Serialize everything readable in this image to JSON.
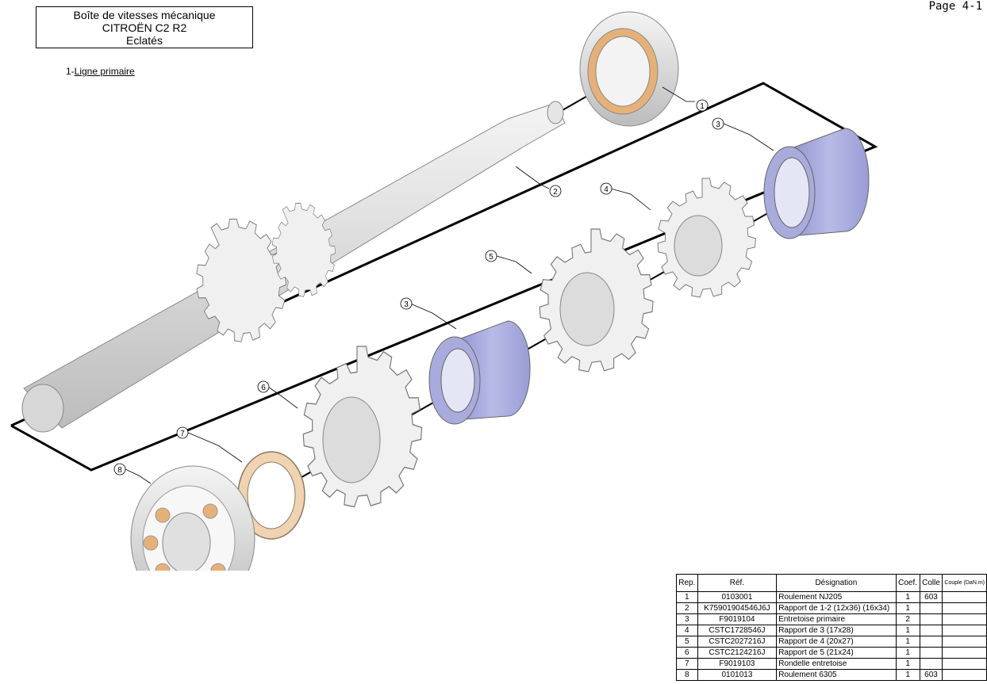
{
  "header": {
    "title_line1": "Boîte de vitesses mécanique",
    "title_line2": "CITROËN C2 R2",
    "title_line3": "Eclatés",
    "page": "Page 4-1",
    "section_num": "1-",
    "section_label": "Ligne primaire"
  },
  "callouts": [
    "1",
    "2",
    "3",
    "3",
    "4",
    "5",
    "6",
    "7",
    "8"
  ],
  "colors": {
    "spacer": "#a9abdc",
    "washer": "#f0d3b0",
    "bearing_cage": "#e6b178",
    "steel": "#e8e8e8"
  },
  "table": {
    "headers": [
      "Rep.",
      "Réf.",
      "Désignation",
      "Coef.",
      "Colle",
      "Couple (DaN.m)"
    ],
    "rows": [
      {
        "rep": "1",
        "ref": "0103001",
        "designation": "Roulement NJ205",
        "coef": "1",
        "colle": "603",
        "couple": ""
      },
      {
        "rep": "2",
        "ref": "K75901904546J6J",
        "designation": "Rapport de 1-2 (12x36) (16x34)",
        "coef": "1",
        "colle": "",
        "couple": ""
      },
      {
        "rep": "3",
        "ref": "F9019104",
        "designation": "Entretoise primaire",
        "coef": "2",
        "colle": "",
        "couple": ""
      },
      {
        "rep": "4",
        "ref": "CSTC1728546J",
        "designation": "Rapport de 3 (17x28)",
        "coef": "1",
        "colle": "",
        "couple": ""
      },
      {
        "rep": "5",
        "ref": "CSTC2027216J",
        "designation": "Rapport de 4 (20x27)",
        "coef": "1",
        "colle": "",
        "couple": ""
      },
      {
        "rep": "6",
        "ref": "CSTC2124216J",
        "designation": "Rapport de 5 (21x24)",
        "coef": "1",
        "colle": "",
        "couple": ""
      },
      {
        "rep": "7",
        "ref": "F9019103",
        "designation": "Rondelle entretoise",
        "coef": "1",
        "colle": "",
        "couple": ""
      },
      {
        "rep": "8",
        "ref": "0101013",
        "designation": "Roulement 6305",
        "coef": "1",
        "colle": "603",
        "couple": ""
      }
    ]
  }
}
